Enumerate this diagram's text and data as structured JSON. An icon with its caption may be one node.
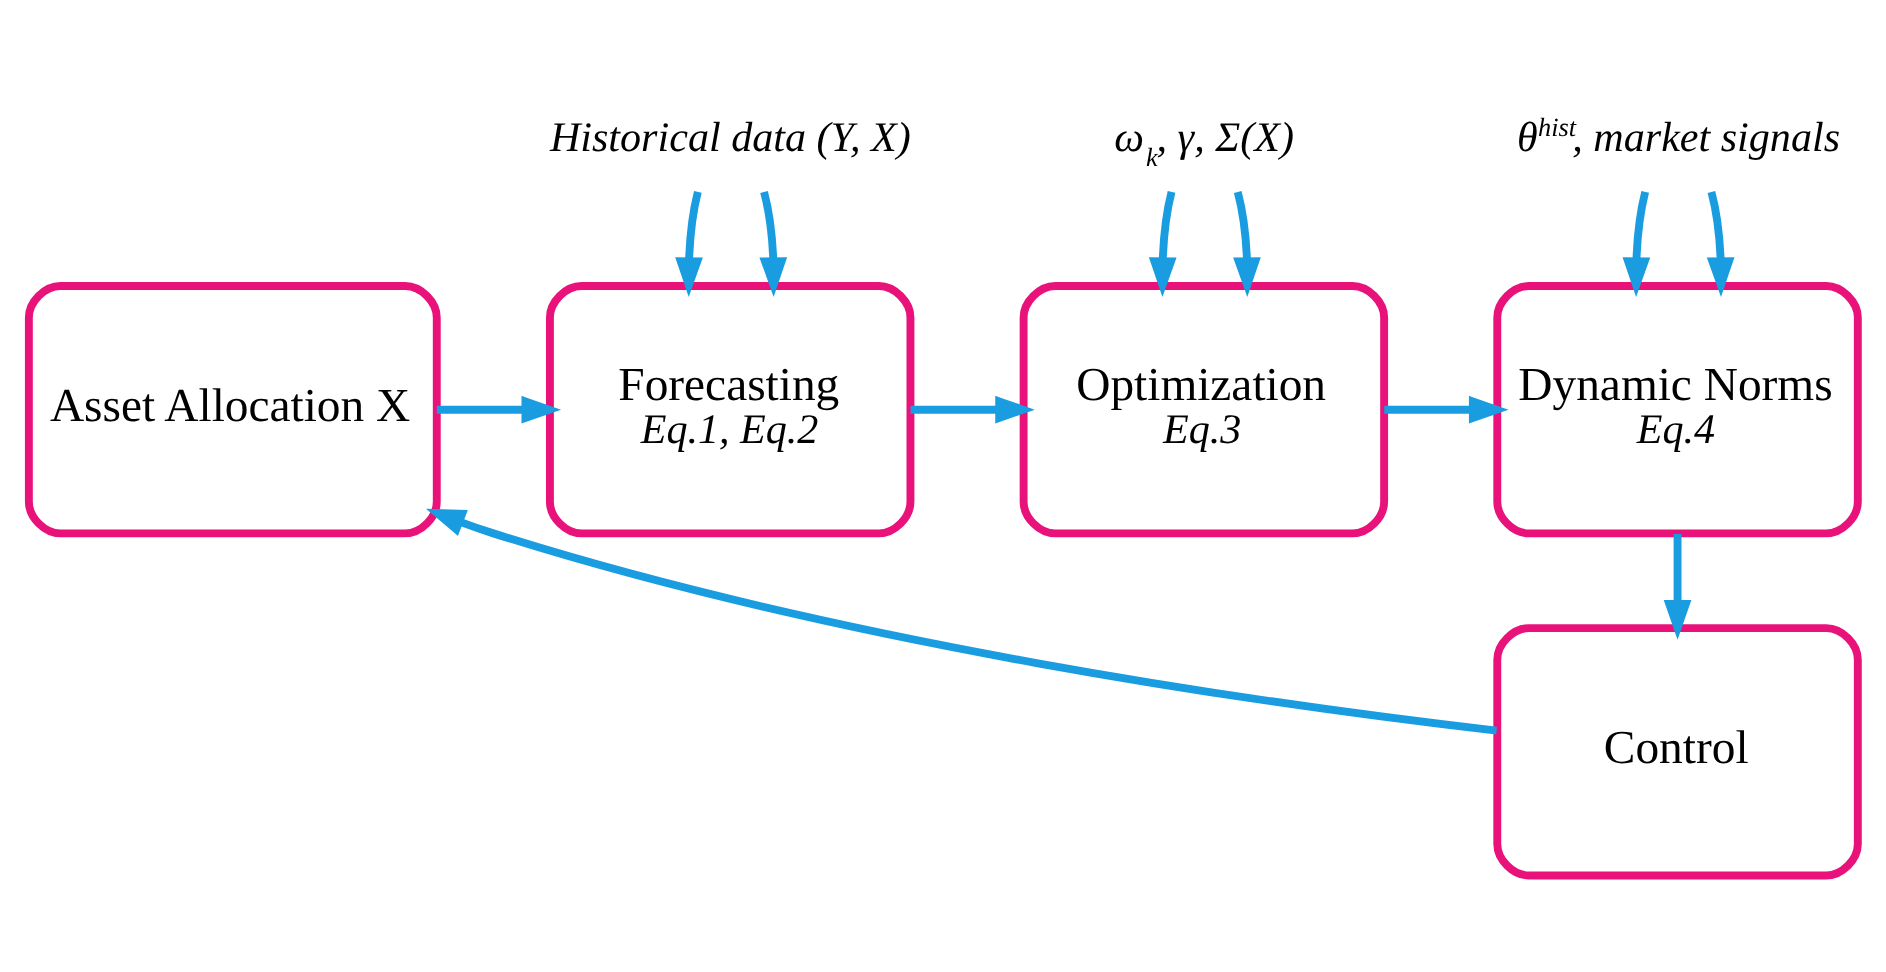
{
  "diagram": {
    "nodes": [
      {
        "text": [
          "Asset Allocation X"
        ]
      },
      {
        "text": [
          "Forecasting",
          "Eq.1, Eq.2"
        ]
      },
      {
        "text": [
          "Optimization",
          "Eq.3"
        ]
      },
      {
        "text": [
          "Dynamic Norms",
          "Eq.4"
        ]
      },
      {
        "text": [
          "Control"
        ]
      },
      {
        "text": [
          "Historical data (Y, X)"
        ]
      },
      {
        "text": [
          "ω$_{k}$, γ, Σ(X)"
        ]
      },
      {
        "text": [
          "θ$^{hist}$, market signals"
        ]
      }
    ],
    "edges": [
      {
        "from": 0,
        "to": 1,
        "arrow": "to"
      },
      {
        "from": 1,
        "to": 2,
        "arrow": "to"
      },
      {
        "from": 2,
        "to": 3,
        "arrow": "to"
      },
      {
        "from": 3,
        "to": 4,
        "arrow": "to"
      },
      {
        "from": 4,
        "to": 0,
        "arrow": "to"
      },
      {
        "from": 5,
        "to": 1,
        "arrow": "to"
      },
      {
        "from": 5,
        "to": 1,
        "arrow": "to"
      },
      {
        "from": 6,
        "to": 2,
        "arrow": "to"
      },
      {
        "from": 6,
        "to": 2,
        "arrow": "to"
      },
      {
        "from": 7,
        "to": 3,
        "arrow": "to"
      },
      {
        "from": 7,
        "to": 3,
        "arrow": "to"
      }
    ]
  }
}
